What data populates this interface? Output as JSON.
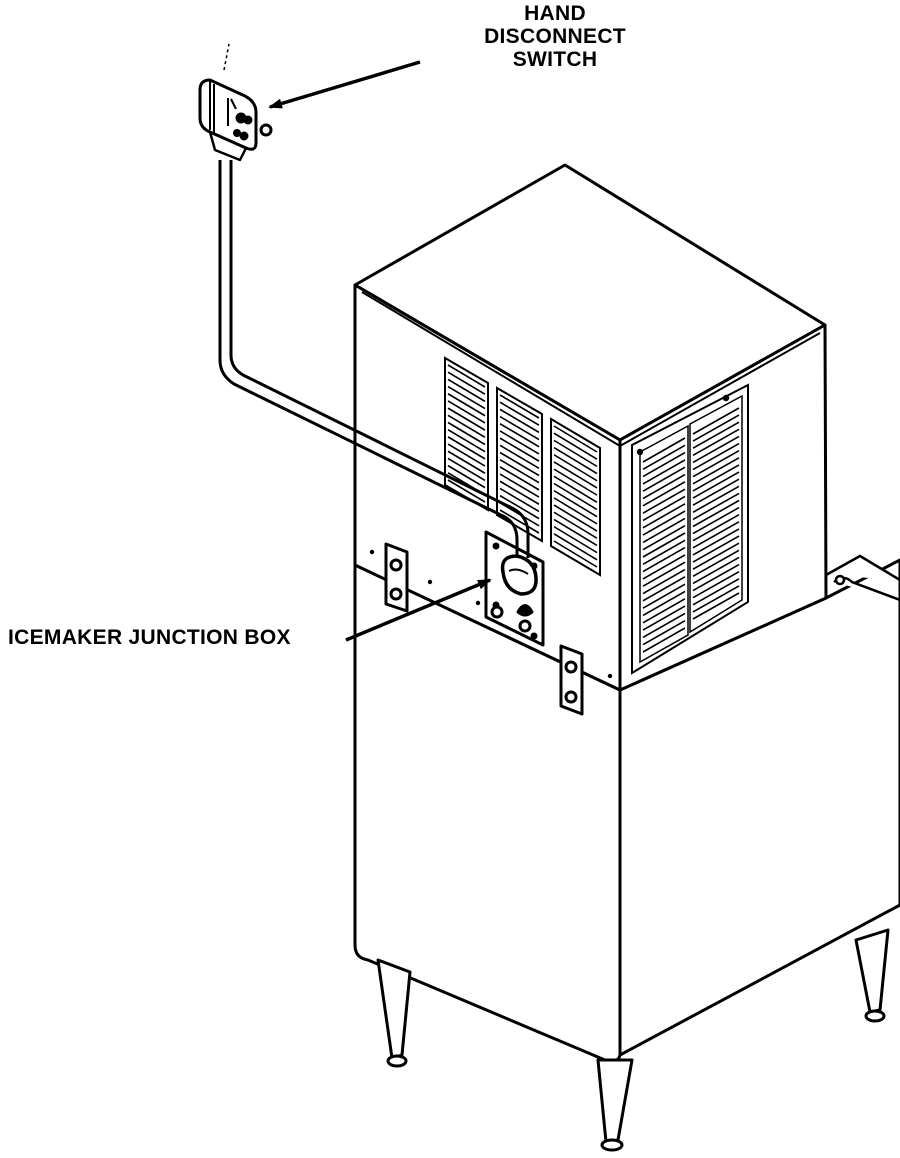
{
  "callouts": {
    "hand_disconnect_switch": [
      "HAND",
      "DISCONNECT",
      "SWITCH"
    ],
    "icemaker_junction_box": "ICEMAKER JUNCTION BOX"
  },
  "colors": {
    "line": "#000000",
    "background": "#ffffff"
  }
}
